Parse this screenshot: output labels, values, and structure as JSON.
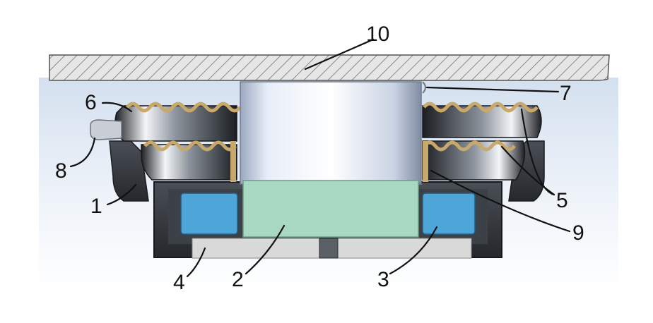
{
  "figure": {
    "labels": [
      {
        "id": "1",
        "text": "1"
      },
      {
        "id": "2",
        "text": "2"
      },
      {
        "id": "3",
        "text": "3"
      },
      {
        "id": "4",
        "text": "4"
      },
      {
        "id": "5",
        "text": "5"
      },
      {
        "id": "6",
        "text": "6"
      },
      {
        "id": "7",
        "text": "7"
      },
      {
        "id": "8",
        "text": "8"
      },
      {
        "id": "9",
        "text": "9"
      },
      {
        "id": "10",
        "text": "10"
      }
    ]
  },
  "colors": {
    "background": "#ffffff",
    "backdrop_gradient_top": "#dfe8f4",
    "plate_hatch": "#7a7a7a",
    "housing_dark": "#2b2e33",
    "housing_mid": "#50555c",
    "bellows_gold": "#c9a96b",
    "center_cylinder": "#dde6f2",
    "center_block_green": "#a8d8c1",
    "magnet_blue": "#4ea6d8",
    "base_light_gray": "#d6d6d6",
    "leader_lines": "#111111"
  }
}
